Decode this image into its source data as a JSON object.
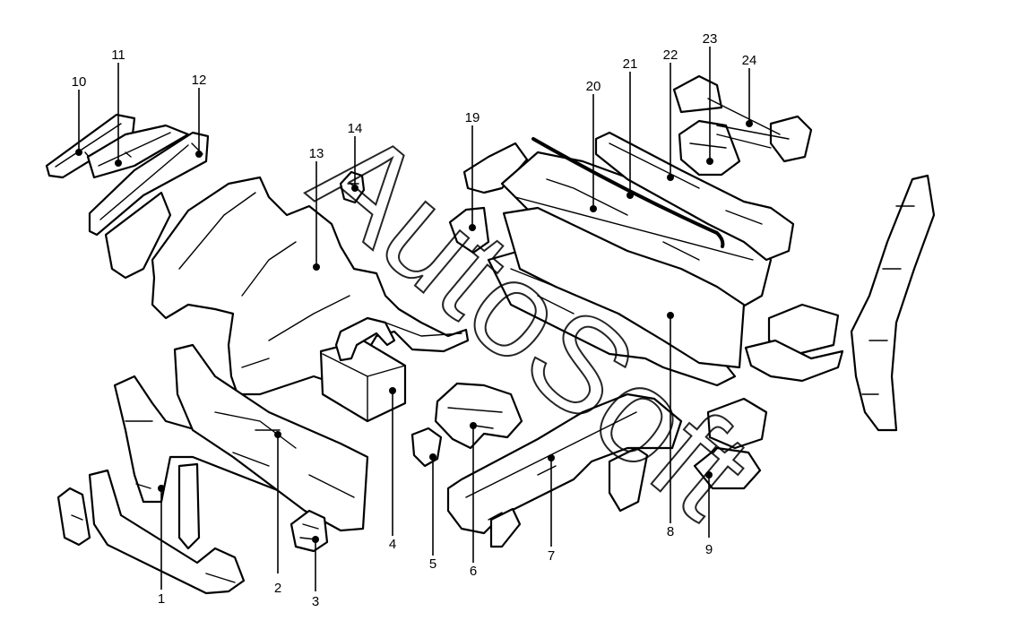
{
  "watermark": "AutoSoft",
  "callouts": {
    "c1": "1",
    "c2": "2",
    "c3": "3",
    "c4": "4",
    "c5": "5",
    "c6": "6",
    "c7": "7",
    "c8": "8",
    "c9": "9",
    "c10": "10",
    "c11": "11",
    "c12": "12",
    "c13": "13",
    "c14": "14",
    "c19": "19",
    "c20": "20",
    "c21": "21",
    "c22": "22",
    "c23": "23",
    "c24": "24"
  }
}
